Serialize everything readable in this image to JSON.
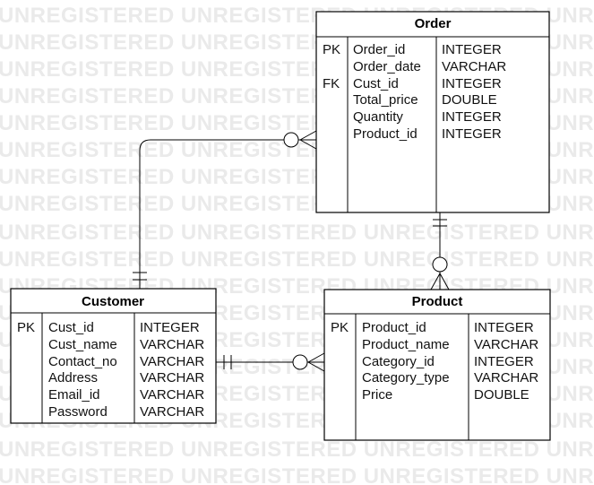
{
  "watermark": {
    "text": "UNREGISTERED UNREGISTERED UNREGISTERED UNREGISTERED"
  },
  "entities": {
    "order": {
      "title": "Order",
      "rows": [
        {
          "key": "PK",
          "name": "Order_id",
          "type": "INTEGER"
        },
        {
          "key": "",
          "name": "Order_date",
          "type": "VARCHAR"
        },
        {
          "key": "FK",
          "name": "Cust_id",
          "type": "INTEGER"
        },
        {
          "key": "",
          "name": "Total_price",
          "type": "DOUBLE"
        },
        {
          "key": "",
          "name": "Quantity",
          "type": "INTEGER"
        },
        {
          "key": "",
          "name": "Product_id",
          "type": "INTEGER"
        }
      ]
    },
    "customer": {
      "title": "Customer",
      "rows": [
        {
          "key": "PK",
          "name": "Cust_id",
          "type": "INTEGER"
        },
        {
          "key": "",
          "name": "Cust_name",
          "type": "VARCHAR"
        },
        {
          "key": "",
          "name": "Contact_no",
          "type": "VARCHAR"
        },
        {
          "key": "",
          "name": "Address",
          "type": "VARCHAR"
        },
        {
          "key": "",
          "name": "Email_id",
          "type": "VARCHAR"
        },
        {
          "key": "",
          "name": "Password",
          "type": "VARCHAR"
        }
      ]
    },
    "product": {
      "title": "Product",
      "rows": [
        {
          "key": "PK",
          "name": "Product_id",
          "type": "INTEGER"
        },
        {
          "key": "",
          "name": "Product_name",
          "type": "VARCHAR"
        },
        {
          "key": "",
          "name": "Category_id",
          "type": "INTEGER"
        },
        {
          "key": "",
          "name": "Category_type",
          "type": "VARCHAR"
        },
        {
          "key": "",
          "name": "Price",
          "type": "DOUBLE"
        }
      ]
    }
  },
  "relationships": [
    {
      "from": "customer",
      "to": "order",
      "from_cardinality": "exactly-one",
      "to_cardinality": "zero-or-many"
    },
    {
      "from": "customer",
      "to": "product",
      "from_cardinality": "exactly-one",
      "to_cardinality": "zero-or-many"
    },
    {
      "from": "order",
      "to": "product",
      "from_cardinality": "exactly-one",
      "to_cardinality": "zero-or-many"
    }
  ],
  "colors": {
    "watermark": "#eaeaea",
    "stroke": "#000000",
    "entity_fill": "#ffffff"
  }
}
